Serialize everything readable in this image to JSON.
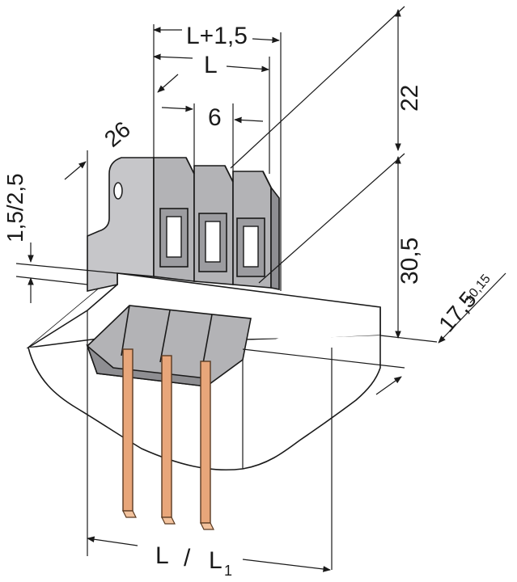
{
  "diagram": {
    "dimensions": {
      "l_plus": "L+1,5",
      "l_top": "L",
      "angle_26": "26",
      "pitch_6": "6",
      "h_22": "22",
      "pcb_thickness": "1,5/2,5",
      "h_30_5": "30,5",
      "h_17_5": "17,5",
      "tolerance": "±0,15",
      "bottom_l": "L",
      "slash": "/",
      "bottom_l1": "L",
      "bottom_l1_sub": "1"
    },
    "colors": {
      "housing": "#b3b3b6",
      "housing_dark": "#8e8e92",
      "pins": "#e8a67a",
      "lines": "#1a1a1a"
    }
  }
}
